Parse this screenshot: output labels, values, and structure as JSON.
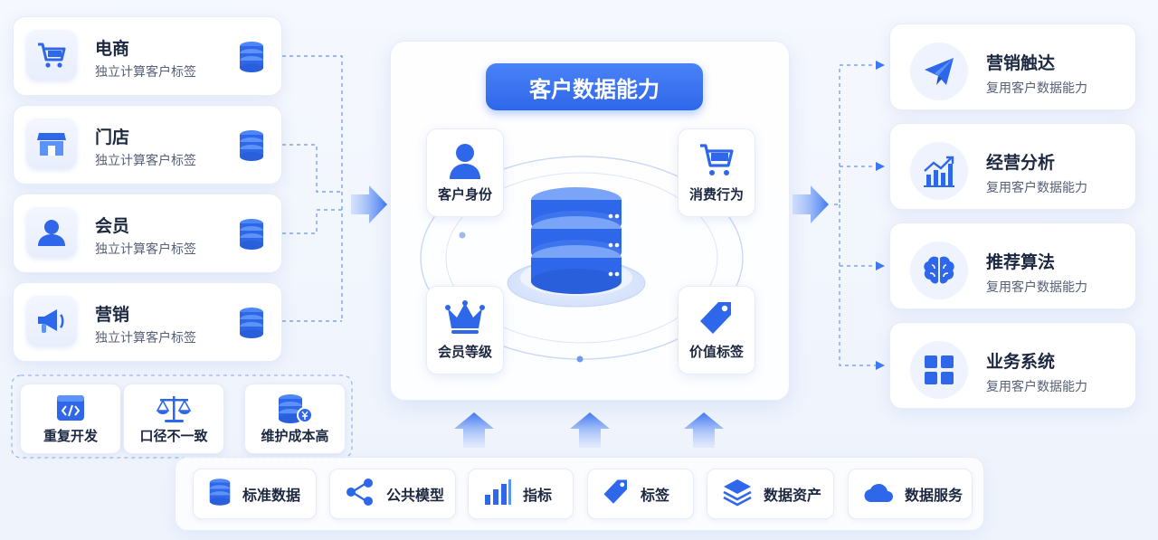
{
  "sources": [
    {
      "title": "电商",
      "sub": "独立计算客户标签",
      "icon": "cart-icon"
    },
    {
      "title": "门店",
      "sub": "独立计算客户标签",
      "icon": "store-icon"
    },
    {
      "title": "会员",
      "sub": "独立计算客户标签",
      "icon": "user-icon"
    },
    {
      "title": "营销",
      "sub": "独立计算客户标签",
      "icon": "megaphone-icon"
    }
  ],
  "problems": [
    {
      "label": "重复开发",
      "icon": "code-window-icon"
    },
    {
      "label": "口径不一致",
      "icon": "balance-scale-icon"
    },
    {
      "label": "维护成本高",
      "icon": "database-cost-icon"
    }
  ],
  "center": {
    "title": "客户数据能力",
    "items": [
      {
        "label": "客户身份",
        "icon": "user-icon"
      },
      {
        "label": "消费行为",
        "icon": "cart-icon"
      },
      {
        "label": "会员等级",
        "icon": "crown-icon"
      },
      {
        "label": "价值标签",
        "icon": "tag-icon"
      }
    ]
  },
  "outputs": [
    {
      "title": "营销触达",
      "sub": "复用客户数据能力",
      "icon": "paper-plane-icon"
    },
    {
      "title": "经营分析",
      "sub": "复用客户数据能力",
      "icon": "bar-chart-icon"
    },
    {
      "title": "推荐算法",
      "sub": "复用客户数据能力",
      "icon": "brain-icon"
    },
    {
      "title": "业务系统",
      "sub": "复用客户数据能力",
      "icon": "grid-icon"
    }
  ],
  "base": [
    {
      "label": "标准数据",
      "icon": "database-icon"
    },
    {
      "label": "公共模型",
      "icon": "share-nodes-icon"
    },
    {
      "label": "指标",
      "icon": "bar-chart-icon"
    },
    {
      "label": "标签",
      "icon": "tag-icon"
    },
    {
      "label": "数据资产",
      "icon": "layers-icon"
    },
    {
      "label": "数据服务",
      "icon": "cloud-icon"
    }
  ],
  "colors": {
    "primary": "#2f67ea",
    "accent": "#4a82f7",
    "background": "#f5f8fe"
  }
}
